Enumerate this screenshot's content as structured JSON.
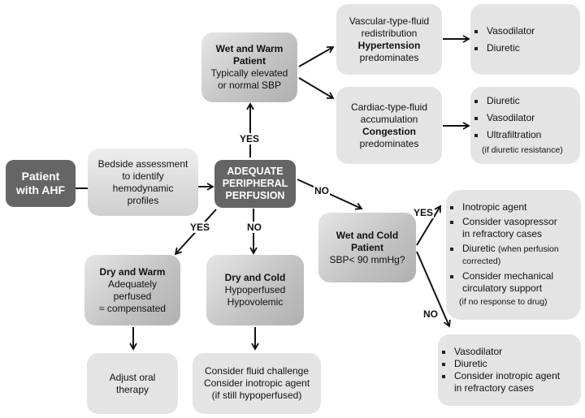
{
  "nodes": {
    "patient": {
      "lines": [
        "Patient",
        "with AHF"
      ]
    },
    "bedside": {
      "lines": [
        "Bedside assessment",
        "to identify",
        "hemodynamic",
        "profiles"
      ]
    },
    "perfusion": {
      "lines": [
        "ADEQUATE",
        "PERIPHERAL",
        "PERFUSION"
      ]
    },
    "wet_warm": {
      "title": [
        "Wet and Warm",
        "Patient"
      ],
      "lines": [
        "Typically elevated",
        "or normal SBP"
      ]
    },
    "vascular": {
      "line1": "Vascular-type-fluid",
      "line2": "redistribution",
      "bold": "Hypertension",
      "line3": "predominates"
    },
    "vascular_tx": {
      "items": [
        "Vasodilator",
        "Diuretic"
      ]
    },
    "cardiac": {
      "line1": "Cardiac-type-fluid",
      "line2": "accumulation",
      "bold": "Congestion",
      "line3": "predominates"
    },
    "cardiac_tx": {
      "items": [
        "Diuretic",
        "Vasodilator",
        "Ultrafiltration"
      ],
      "note": "(if diuretic resistance)"
    },
    "wet_cold": {
      "title": [
        "Wet and Cold",
        "Patient"
      ],
      "question": "SBP< 90 mmHg?"
    },
    "wet_cold_yes_tx": {
      "item1": "Inotropic agent",
      "item2": "Consider vasopressor",
      "item2_cont": "in refractory cases",
      "item3": "Diuretic",
      "item3_note": "(when perfusion",
      "item3_cont": "corrected)",
      "item4": "Consider mechanical",
      "item4_cont": "circulatory support",
      "note": "(if no response to drug)"
    },
    "wet_cold_no_tx": {
      "items": [
        "Vasodilator",
        "Diuretic",
        "Consider inotropic agent"
      ],
      "cont": "in refractory cases"
    },
    "dry_warm": {
      "title": "Dry and Warm",
      "lines": [
        "Adequately",
        "perfused",
        "≈ compensated"
      ]
    },
    "dry_cold": {
      "title": "Dry and Cold",
      "lines": [
        "Hypoperfused",
        "Hypovolemic"
      ]
    },
    "dry_warm_tx": {
      "lines": [
        "Adjust oral",
        "therapy"
      ]
    },
    "dry_cold_tx": {
      "lines": [
        "Consider fluid challenge",
        "Consider inotropic agent",
        "(if still hypoperfused)"
      ]
    }
  },
  "labels": {
    "yes_up": "YES",
    "yes_left": "YES",
    "no_down": "NO",
    "no_right": "NO",
    "yes_wet_cold": "YES",
    "no_wet_cold": "NO"
  },
  "colors": {
    "dark_box": "#656565",
    "light_box": "#e4e4e4",
    "arrow": "#111111"
  }
}
